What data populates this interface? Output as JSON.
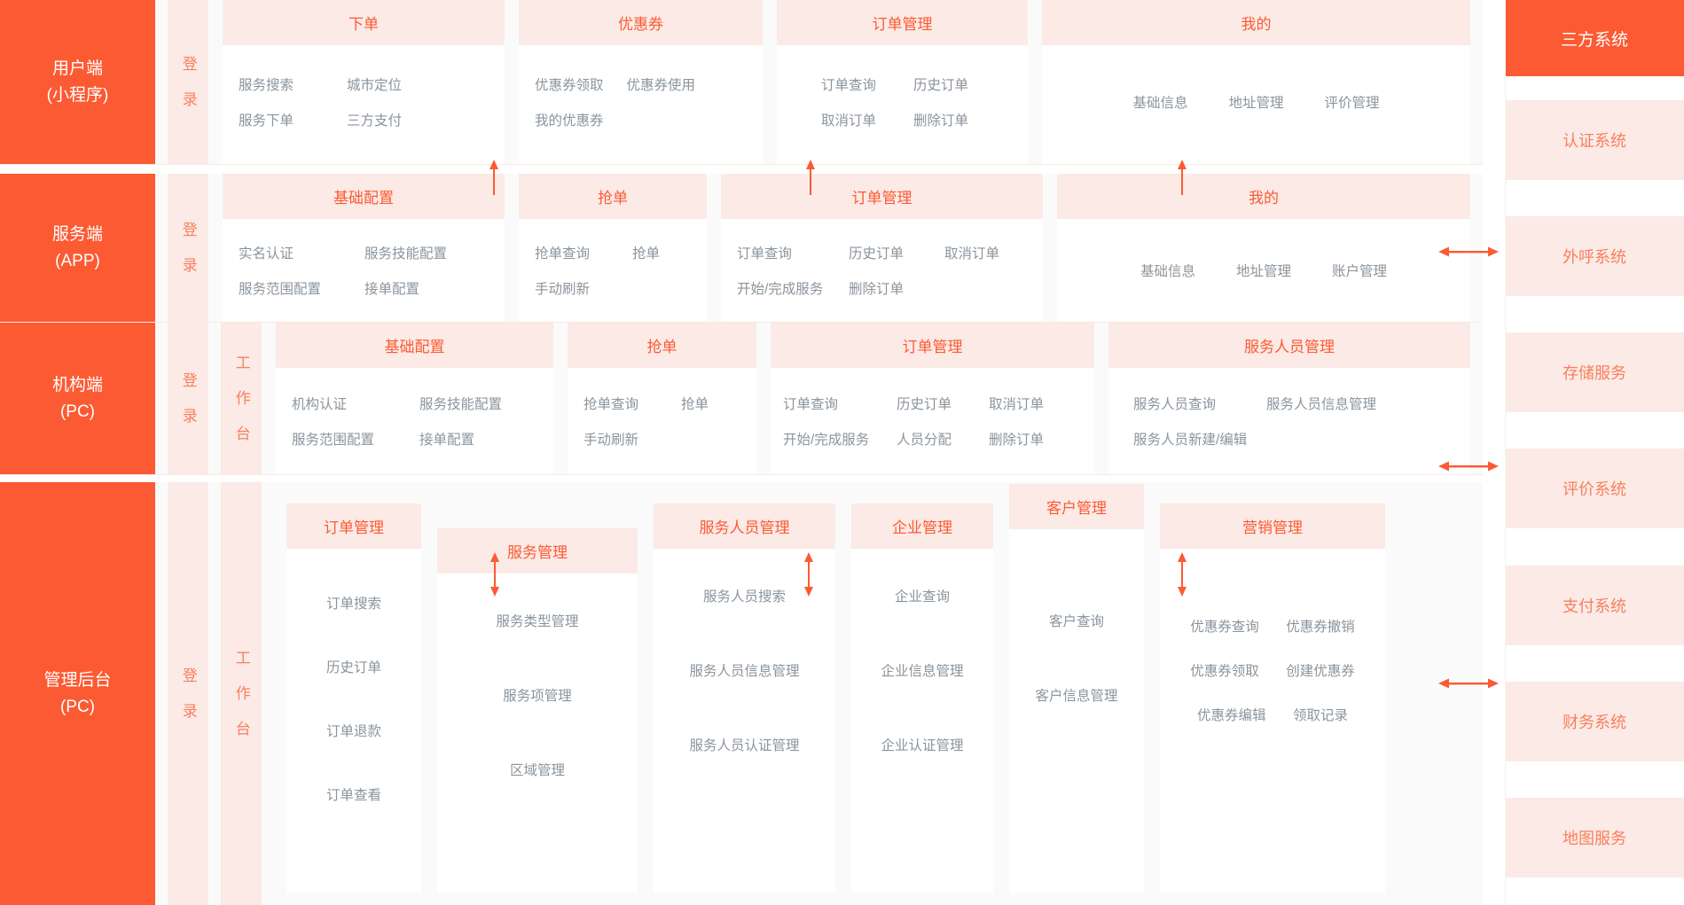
{
  "colors": {
    "accent": "#fc5a33",
    "accent_soft": "#f8805e",
    "tint": "#fbeae6",
    "band_bg": "#fafafa",
    "feature_text": "#8b949c"
  },
  "rows": [
    {
      "platform": "用户端\n(小程序)",
      "vertical_columns": [
        "登 录"
      ],
      "modules": [
        {
          "title": "下单",
          "align": "left",
          "features": [
            [
              "服务搜索",
              "城市定位"
            ],
            [
              "服务下单",
              "三方支付"
            ]
          ]
        },
        {
          "title": "优惠券",
          "align": "left",
          "features": [
            [
              "优惠券领取",
              "优惠券使用"
            ],
            [
              "我的优惠券"
            ]
          ]
        },
        {
          "title": "订单管理",
          "align": "left",
          "features": [
            [
              "订单查询",
              "历史订单"
            ],
            [
              "取消订单",
              "删除订单"
            ]
          ]
        },
        {
          "title": "我的",
          "align": "center",
          "features": [
            [
              "基础信息",
              "地址管理",
              "评价管理"
            ]
          ]
        }
      ]
    },
    {
      "platform": "服务端\n(APP)",
      "vertical_columns": [
        "登 录"
      ],
      "modules": [
        {
          "title": "基础配置",
          "align": "left",
          "features": [
            [
              "实名认证",
              "服务技能配置"
            ],
            [
              "服务范围配置",
              "接单配置"
            ]
          ]
        },
        {
          "title": "抢单",
          "align": "left",
          "features": [
            [
              "抢单查询",
              "抢单"
            ],
            [
              "手动刷新"
            ]
          ]
        },
        {
          "title": "订单管理",
          "align": "left",
          "features": [
            [
              "订单查询",
              "历史订单",
              "取消订单"
            ],
            [
              "开始/完成服务",
              "删除订单"
            ]
          ]
        },
        {
          "title": "我的",
          "align": "center",
          "features": [
            [
              "基础信息",
              "地址管理",
              "账户管理"
            ]
          ]
        }
      ]
    },
    {
      "platform": "机构端\n(PC)",
      "vertical_columns": [
        "登 录",
        "工 作 台"
      ],
      "modules": [
        {
          "title": "基础配置",
          "align": "left",
          "features": [
            [
              "机构认证",
              "服务技能配置"
            ],
            [
              "服务范围配置",
              "接单配置"
            ]
          ]
        },
        {
          "title": "抢单",
          "align": "left",
          "features": [
            [
              "抢单查询",
              "抢单"
            ],
            [
              "手动刷新"
            ]
          ]
        },
        {
          "title": "订单管理",
          "align": "left",
          "features": [
            [
              "订单查询",
              "历史订单",
              "取消订单"
            ],
            [
              "开始/完成服务",
              "人员分配",
              "删除订单"
            ]
          ]
        },
        {
          "title": "服务人员管理",
          "align": "left",
          "features": [
            [
              "服务人员查询",
              "服务人员信息管理"
            ],
            [
              "服务人员新建/编辑"
            ]
          ]
        }
      ]
    },
    {
      "platform": "管理后台\n(PC)",
      "vertical_columns": [
        "登 录",
        "工 作 台"
      ],
      "modules": [
        {
          "title": "订单管理",
          "align": "center",
          "features": [
            [
              "订单搜索"
            ],
            [
              "历史订单"
            ],
            [
              "订单退款"
            ],
            [
              "订单查看"
            ]
          ]
        },
        {
          "title": "服务管理",
          "align": "center",
          "features": [
            [
              "服务类型管理"
            ],
            [
              "服务项管理"
            ],
            [
              "区域管理"
            ]
          ]
        },
        {
          "title": "服务人员管理",
          "align": "center",
          "features": [
            [
              "服务人员搜索"
            ],
            [
              "服务人员信息管理"
            ],
            [
              "服务人员认证管理"
            ]
          ]
        },
        {
          "title": "企业管理",
          "align": "center",
          "features": [
            [
              "企业查询"
            ],
            [
              "企业信息管理"
            ],
            [
              "企业认证管理"
            ]
          ]
        },
        {
          "title": "客户管理",
          "align": "center",
          "features": [
            [
              "客户查询"
            ],
            [
              "客户信息管理"
            ]
          ]
        },
        {
          "title": "营销管理",
          "align": "left",
          "features": [
            [
              "优惠券查询",
              "优惠券撤销"
            ],
            [
              "优惠券领取",
              "创建优惠券"
            ],
            [
              "优惠券编辑",
              "领取记录"
            ]
          ]
        }
      ]
    }
  ],
  "rail": {
    "title": "三方系统",
    "items": [
      "认证系统",
      "外呼系统",
      "存储服务",
      "评价系统",
      "支付系统",
      "财务系统",
      "地图服务"
    ]
  },
  "arrows": {
    "up_single": "arrow-up-icon",
    "double_vertical": "arrow-up-down-icon",
    "double_horizontal": "arrow-left-right-icon"
  }
}
